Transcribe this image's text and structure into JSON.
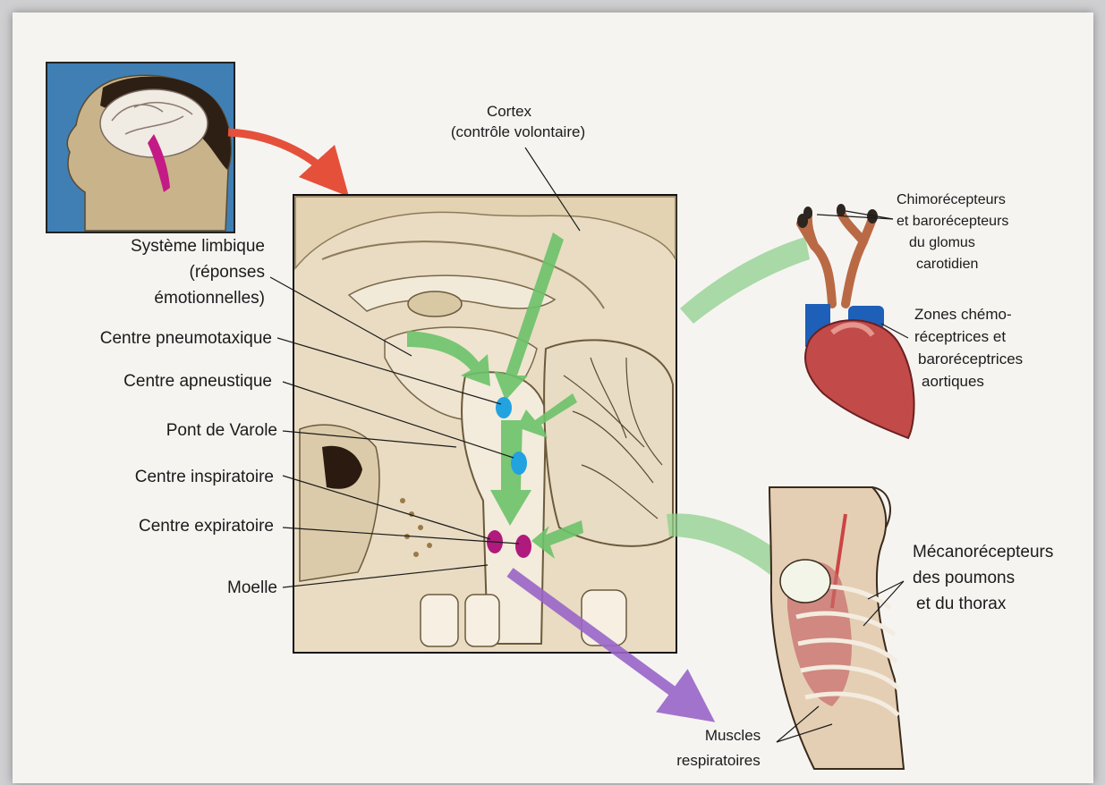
{
  "labels": {
    "cortex": "Cortex",
    "cortex_sub": "(contrôle volontaire)",
    "limbic_1": "Système limbique",
    "limbic_2": "(réponses",
    "limbic_3": "émotionnelles)",
    "pneumotaxic": "Centre pneumotaxique",
    "apneustic": "Centre apneustique",
    "pons": "Pont de Varole",
    "inspiratory": "Centre inspiratoire",
    "expiratory": "Centre expiratoire",
    "medulla": "Moelle",
    "chemo_1": "Chimorécepteurs",
    "chemo_2": "et barorécepteurs",
    "chemo_3": "du glomus",
    "chemo_4": "carotidien",
    "aortic_1": "Zones chémo-",
    "aortic_2": "réceptrices et",
    "aortic_3": "baroréceptrices",
    "aortic_4": "aortiques",
    "mech_1": "Mécanorécepteurs",
    "mech_2": "des poumons",
    "mech_3": "et du thorax",
    "muscles_1": "Muscles",
    "muscles_2": "respiratoires"
  },
  "colors": {
    "green_arrow": "#6cc26a",
    "purple_arrow": "#9a66c8",
    "red_arrow": "#e5503a",
    "pons_center": "#22a3e0",
    "medulla_center": "#b01a7c",
    "brain_bg": "#e9dcc2"
  }
}
